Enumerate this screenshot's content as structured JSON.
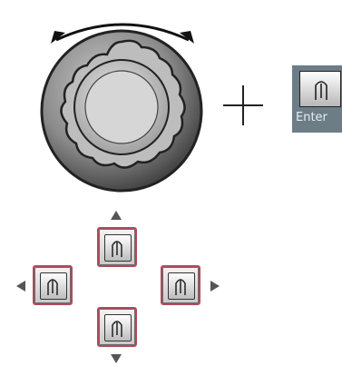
{
  "enter_key": {
    "label": "Enter"
  },
  "icons": {
    "knob": "rotary-knob",
    "rotation_arrow": "rotate-arrow",
    "plus": "plus",
    "key_symbol": "key-cap"
  },
  "colors": {
    "key_outline": "#b04a5a",
    "enter_panel": "#6c7d86",
    "knob_dark": "#555555",
    "knob_light": "#d8d8d8"
  }
}
